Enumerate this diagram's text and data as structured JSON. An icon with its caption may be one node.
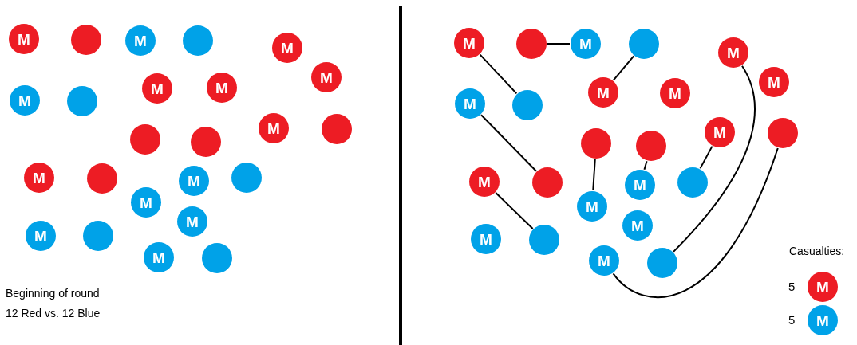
{
  "diagram": {
    "nodes": [
      {
        "text": [
          "M"
        ]
      },
      {
        "text": [],
        "shape": "circle"
      },
      {
        "text": [
          "M"
        ]
      },
      {
        "text": [],
        "shape": "circle"
      },
      {
        "text": [
          "M"
        ]
      },
      {
        "text": [
          "M"
        ]
      },
      {
        "text": [
          "M"
        ]
      },
      {
        "text": [],
        "shape": "circle"
      },
      {
        "text": [
          "M"
        ]
      },
      {
        "text": [
          "M"
        ]
      },
      {
        "text": [],
        "shape": "circle"
      },
      {
        "text": [],
        "shape": "circle"
      },
      {
        "text": [
          "M"
        ]
      },
      {
        "text": [],
        "shape": "circle"
      },
      {
        "text": [
          "M"
        ]
      },
      {
        "text": [],
        "shape": "circle"
      },
      {
        "text": [
          "M"
        ]
      },
      {
        "text": [],
        "shape": "circle"
      },
      {
        "text": [
          "M"
        ]
      },
      {
        "text": [
          "M"
        ]
      },
      {
        "text": [
          "M"
        ]
      },
      {
        "text": [],
        "shape": "circle"
      },
      {
        "text": [
          "M"
        ]
      },
      {
        "text": [],
        "shape": "circle"
      },
      {
        "text": [
          "M"
        ]
      },
      {
        "text": [],
        "shape": "circle"
      },
      {
        "text": [
          "M"
        ]
      },
      {
        "text": [],
        "shape": "circle"
      },
      {
        "text": [
          "M"
        ]
      },
      {
        "text": [
          "M"
        ]
      },
      {
        "text": [
          "M"
        ]
      },
      {
        "text": [],
        "shape": "circle"
      },
      {
        "text": [
          "M"
        ]
      },
      {
        "text": [
          "M"
        ]
      },
      {
        "text": [],
        "shape": "circle"
      },
      {
        "text": [],
        "shape": "circle"
      },
      {
        "text": [
          "M"
        ]
      },
      {
        "text": [],
        "shape": "circle"
      },
      {
        "text": [
          "M"
        ]
      },
      {
        "text": [],
        "shape": "circle"
      },
      {
        "text": [
          "M"
        ]
      },
      {
        "text": [],
        "shape": "circle"
      },
      {
        "text": [
          "M"
        ]
      },
      {
        "text": [
          "M"
        ]
      },
      {
        "text": [
          "M"
        ]
      },
      {
        "text": [],
        "shape": "circle"
      },
      {
        "text": [
          "M"
        ]
      },
      {
        "text": [],
        "shape": "circle"
      },
      {
        "text": [
          "M"
        ],
        "beside": [
          "5"
        ]
      },
      {
        "text": [
          "M"
        ],
        "beside": [
          "5"
        ]
      }
    ],
    "edges": [
      {
        "from": 24,
        "to": 31,
        "arrow": "none"
      },
      {
        "from": 25,
        "to": 26,
        "arrow": "none"
      },
      {
        "from": 27,
        "to": 32,
        "arrow": "none"
      },
      {
        "from": 30,
        "to": 39,
        "arrow": "none"
      },
      {
        "from": 34,
        "to": 42,
        "arrow": "none"
      },
      {
        "from": 35,
        "to": 40,
        "arrow": "none"
      },
      {
        "from": 36,
        "to": 41,
        "arrow": "none"
      },
      {
        "from": 38,
        "to": 45,
        "arrow": "none"
      },
      {
        "from": 28,
        "to": 47,
        "arrow": "none"
      },
      {
        "from": 46,
        "to": 37,
        "arrow": "none"
      }
    ],
    "labels": [
      "Beginning of round",
      "12 Red vs. 12 Blue",
      "Casualties:"
    ]
  }
}
